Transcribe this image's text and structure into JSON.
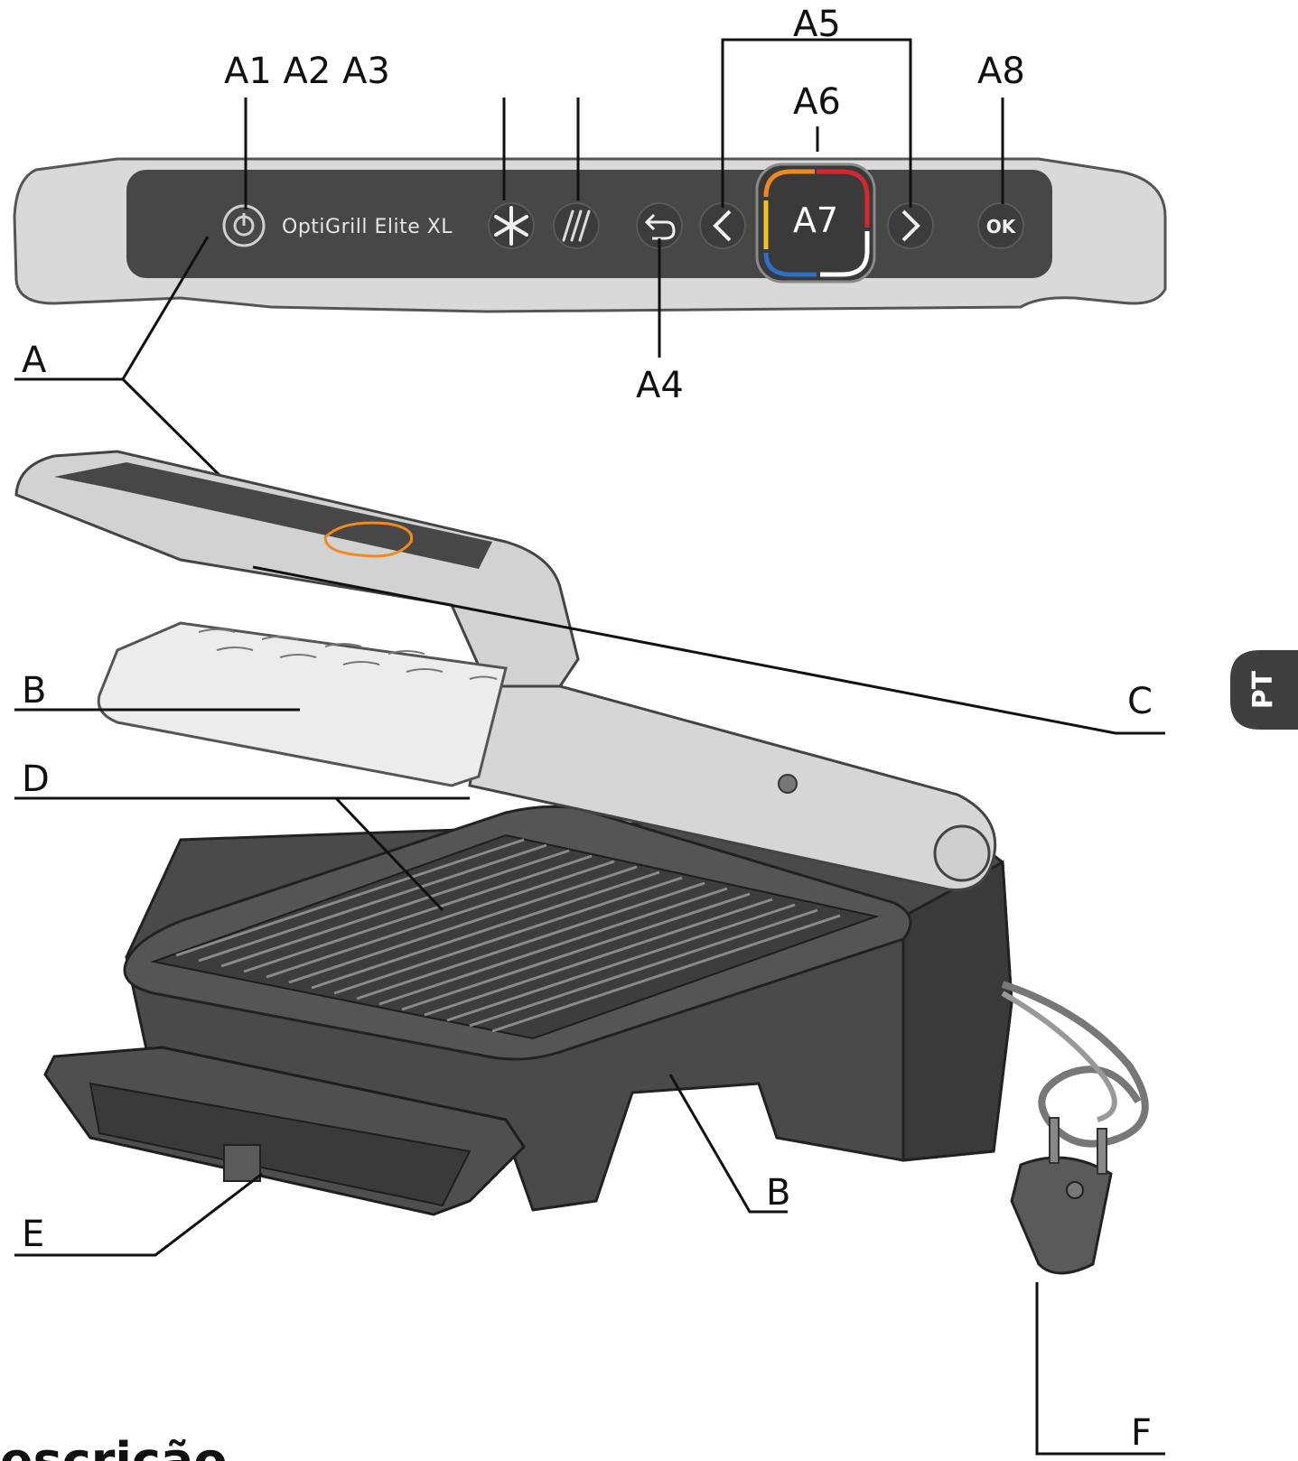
{
  "panel": {
    "brand_text": "OptiGrill Elite XL",
    "center_label": "A7",
    "ok_label": "OK",
    "ring_colors": {
      "orange": "#f08a1e",
      "red": "#d8262d",
      "yellow": "#f2c419",
      "blue": "#2c6fc4",
      "white": "#ffffff"
    }
  },
  "callouts": {
    "a123": "A1 A2 A3",
    "a4": "A4",
    "a5": "A5",
    "a6": "A6",
    "a8": "A8",
    "a": "A",
    "b_top": "B",
    "b_bottom": "B",
    "c": "C",
    "d": "D",
    "e": "E",
    "f": "F"
  },
  "side_tab": "PT",
  "heading_partial": "escrição"
}
